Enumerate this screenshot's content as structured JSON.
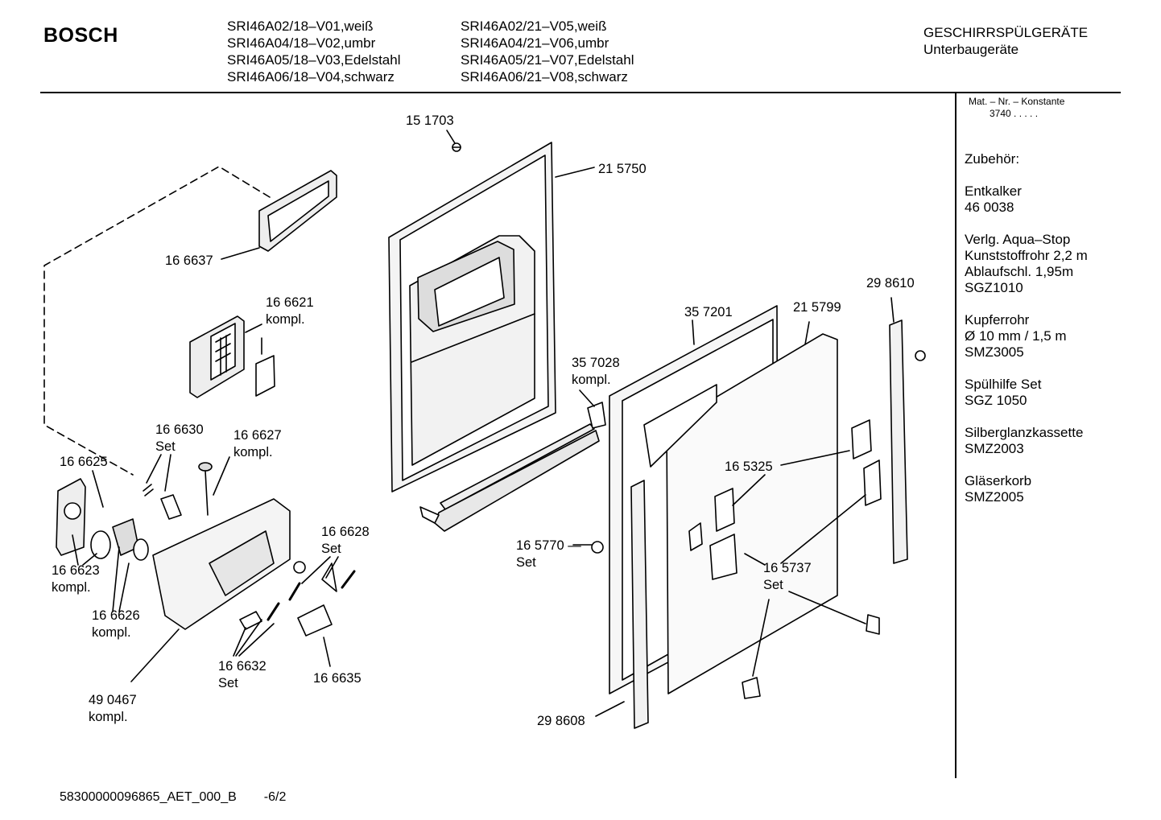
{
  "header": {
    "brand": "BOSCH",
    "models_col1": [
      "SRI46A02/18–V01,weiß",
      "SRI46A04/18–V02,umbr",
      "SRI46A05/18–V03,Edelstahl",
      "SRI46A06/18–V04,schwarz"
    ],
    "models_col2": [
      "SRI46A02/21–V05,weiß",
      "SRI46A04/21–V06,umbr",
      "SRI46A05/21–V07,Edelstahl",
      "SRI46A06/21–V08,schwarz"
    ],
    "category": "GESCHIRRSPÜLGERÄTE",
    "subcategory": "Unterbaugeräte"
  },
  "sidebar": {
    "mat_label": "Mat. – Nr. – Konstante",
    "mat_value": "3740  .   .  .  .  .",
    "accessories": [
      [
        "Zubehör:"
      ],
      [
        "Entkalker",
        "46 0038"
      ],
      [
        "Verlg. Aqua–Stop",
        "Kunststoffrohr 2,2 m",
        "Ablaufschl. 1,95m",
        "SGZ1010"
      ],
      [
        "Kupferrohr",
        "Ø 10 mm / 1,5 m",
        "SMZ3005"
      ],
      [
        "Spülhilfe Set",
        "SGZ 1050"
      ],
      [
        "Silberglanzkassette",
        "SMZ2003"
      ],
      [
        "Gläserkorb",
        "SMZ2005"
      ]
    ]
  },
  "parts": [
    {
      "lines": [
        "15 1703"
      ]
    },
    {
      "lines": [
        "21 5750"
      ]
    },
    {
      "lines": [
        "16 6637"
      ]
    },
    {
      "lines": [
        "16 6621",
        "kompl."
      ]
    },
    {
      "lines": [
        "16 6630",
        "Set"
      ]
    },
    {
      "lines": [
        "16 6627",
        "kompl."
      ]
    },
    {
      "lines": [
        "16 6625"
      ]
    },
    {
      "lines": [
        "16 6623",
        "kompl."
      ]
    },
    {
      "lines": [
        "16 6626",
        "kompl."
      ]
    },
    {
      "lines": [
        "16 6628",
        "Set"
      ]
    },
    {
      "lines": [
        "16 6632",
        "Set"
      ]
    },
    {
      "lines": [
        "16 6635"
      ]
    },
    {
      "lines": [
        "49 0467",
        "kompl."
      ]
    },
    {
      "lines": [
        "35 7028",
        "kompl."
      ]
    },
    {
      "lines": [
        "35 7201"
      ]
    },
    {
      "lines": [
        "21 5799"
      ]
    },
    {
      "lines": [
        "29 8610"
      ]
    },
    {
      "lines": [
        "16 5325"
      ]
    },
    {
      "lines": [
        "16 5770 —",
        "Set"
      ]
    },
    {
      "lines": [
        "16 5737",
        "Set"
      ]
    },
    {
      "lines": [
        "29 8608"
      ]
    }
  ],
  "footer": {
    "doc_id": "58300000096865_AET_000_B",
    "page": "-6/2"
  }
}
